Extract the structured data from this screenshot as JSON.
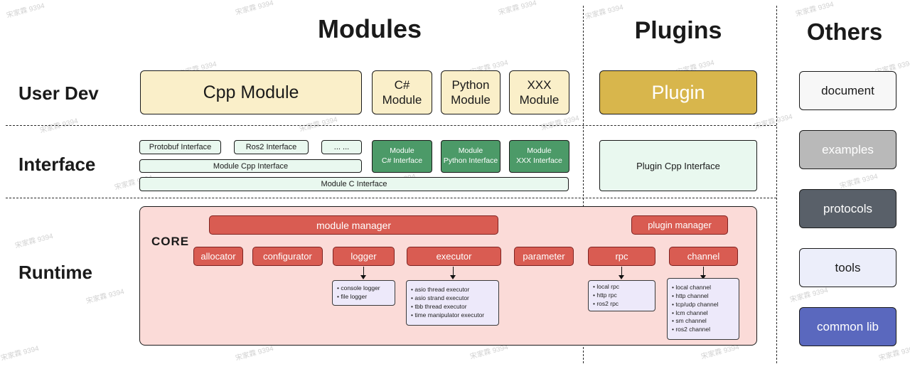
{
  "watermark": {
    "text": "宋家霖 9394"
  },
  "headers": {
    "modules": "Modules",
    "plugins": "Plugins",
    "others": "Others"
  },
  "rows": {
    "user_dev": "User Dev",
    "interface": "Interface",
    "runtime": "Runtime"
  },
  "modules": {
    "cpp": "Cpp Module",
    "csharp": "C#\nModule",
    "python": "Python\nModule",
    "xxx": "XXX\nModule"
  },
  "plugins": {
    "plugin": "Plugin",
    "cpp_interface": "Plugin Cpp Interface"
  },
  "interface": {
    "protobuf": "Protobuf Interface",
    "ros2": "Ros2 Interface",
    "dots": "... ...",
    "module_cpp": "Module Cpp Interface",
    "module_c": "Module C Interface",
    "module_csharp": "Module\nC# Interface",
    "module_python": "Module\nPython Interface",
    "module_xxx": "Module\nXXX Interface"
  },
  "runtime": {
    "core": "CORE",
    "module_manager": "module manager",
    "plugin_manager": "plugin manager",
    "components": [
      "allocator",
      "configurator",
      "logger",
      "executor",
      "parameter",
      "rpc",
      "channel"
    ],
    "logger_impls": [
      "console logger",
      "file logger"
    ],
    "executor_impls": [
      "asio thread executor",
      "asio strand executor",
      "tbb thread executor",
      "time manipulator executor"
    ],
    "rpc_impls": [
      "local rpc",
      "http rpc",
      "ros2 rpc"
    ],
    "channel_impls": [
      "local channel",
      "http channel",
      "tcp/udp channel",
      "lcm channel",
      "sm channel",
      "ros2 channel"
    ]
  },
  "others": [
    {
      "label": "document",
      "bg": "#F7F7F7",
      "fg": "#1a1a1a"
    },
    {
      "label": "examples",
      "bg": "#B9B9B9",
      "fg": "#ffffff"
    },
    {
      "label": "protocols",
      "bg": "#596069",
      "fg": "#ffffff"
    },
    {
      "label": "tools",
      "bg": "#ECEEFA",
      "fg": "#1a1a1a"
    },
    {
      "label": "common lib",
      "bg": "#5A68BE",
      "fg": "#ffffff"
    }
  ],
  "colors": {
    "module_box": "#FAEFC9",
    "plugin_box": "#D8B64C",
    "interface_light": "#E9F8EF",
    "interface_green": "#4C9A68",
    "core_bg": "#FBDBD8",
    "component_red": "#D95C52",
    "impl_lavender": "#EDE9FA"
  }
}
